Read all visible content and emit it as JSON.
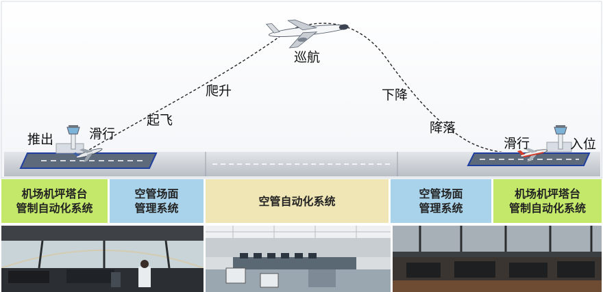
{
  "phases": {
    "pushback": "推出",
    "taxi_out": "滑行",
    "takeoff": "起飞",
    "climb": "爬升",
    "cruise": "巡航",
    "descent": "下降",
    "landing": "降落",
    "taxi_in": "滑行",
    "gate_in": "入位"
  },
  "systems": {
    "left_tower": "机场机坪塔台\n管制自动化系统",
    "left_surface": "空管场面\n管理系统",
    "atc_auto": "空管自动化系统",
    "right_surface": "空管场面\n管理系统",
    "right_tower": "机场机坪塔台\n管制自动化系统"
  },
  "colors": {
    "green": "#c4e96a",
    "blue": "#a9d3ea",
    "tan": "#efe5b5",
    "runway_blue": "#1f3fa0",
    "ground": "#c9cdd2"
  },
  "icons": [
    "control-tower-icon",
    "airplane-icon",
    "photo-tower-interior",
    "photo-control-room",
    "photo-tower-cab"
  ]
}
